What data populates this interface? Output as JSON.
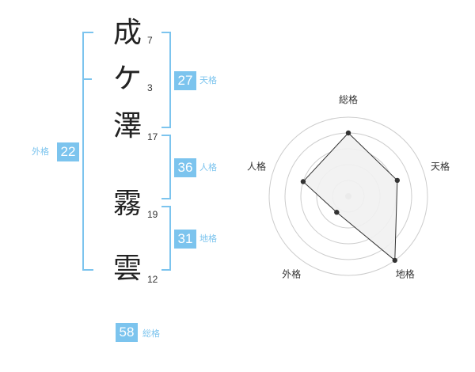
{
  "name": {
    "chars": [
      {
        "char": "成",
        "strokes": "7"
      },
      {
        "char": "ケ",
        "strokes": "3"
      },
      {
        "char": "澤",
        "strokes": "17"
      },
      {
        "char": "霧",
        "strokes": "19"
      },
      {
        "char": "雲",
        "strokes": "12"
      }
    ]
  },
  "fortunes": {
    "tenkaku": {
      "label": "天格",
      "value": "27"
    },
    "jinkaku": {
      "label": "人格",
      "value": "36"
    },
    "chikaku": {
      "label": "地格",
      "value": "31"
    },
    "gaikaku": {
      "label": "外格",
      "value": "22"
    },
    "soukaku": {
      "label": "総格",
      "value": "58"
    }
  },
  "chart_data": {
    "type": "radar",
    "axes": [
      "総格",
      "天格",
      "地格",
      "外格",
      "人格"
    ],
    "values": [
      0.8,
      0.65,
      1.0,
      0.25,
      0.6
    ],
    "max": 1,
    "rings": 5,
    "colors": {
      "fill": "#f1f1f1",
      "line": "#333333",
      "grid": "#cccccc",
      "accent": "#7cc4ee"
    }
  }
}
